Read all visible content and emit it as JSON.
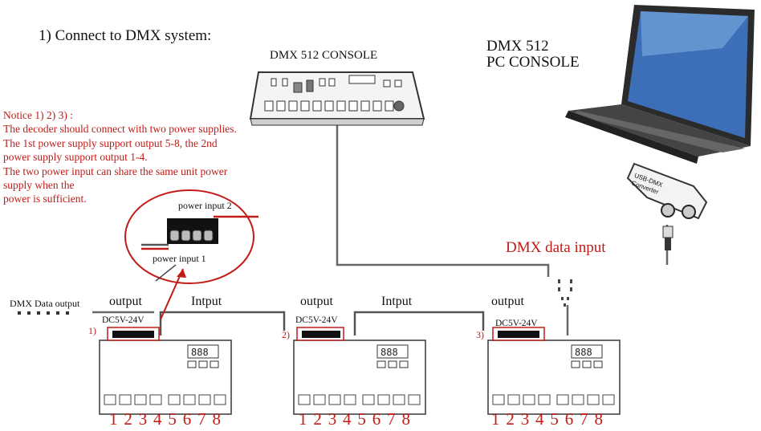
{
  "title": "1) Connect to DMX system:",
  "console_label": "DMX 512 CONSOLE",
  "pc_console": {
    "line1": "DMX 512",
    "line2": "PC CONSOLE"
  },
  "converter_label": {
    "line1": "USB-DMX",
    "line2": "Converter"
  },
  "notice": [
    "Notice 1) 2) 3) :",
    "The decoder should connect with two power supplies.",
    "The 1st power supply support output 5-8, the 2nd",
    "power supply support output 1-4.",
    "The two power input can share the same unit power",
    "supply when the",
    "power is sufficient."
  ],
  "power_input_2": "power input  2",
  "power_input_1": "power input 1",
  "dmx_data_input": "DMX data input",
  "dmx_data_output": "DMX Data output",
  "decoders": [
    {
      "index": "1)",
      "left_label": "output",
      "voltage": "DC5V-24V",
      "channels": "1 2 3 4 5 6 7 8"
    },
    {
      "index": "2)",
      "left_label": "output",
      "voltage": "DC5V-24V",
      "channels": "1 2 3 4 5 6 7 8"
    },
    {
      "index": "3)",
      "left_label": "output",
      "voltage": "DC5V-24V",
      "channels": "1 2 3 4 5 6 7 8"
    }
  ],
  "links": [
    "Intput",
    "Intput"
  ],
  "colors": {
    "annotation_red": "#c21b17",
    "wire": "#555555",
    "outline": "#333333"
  }
}
